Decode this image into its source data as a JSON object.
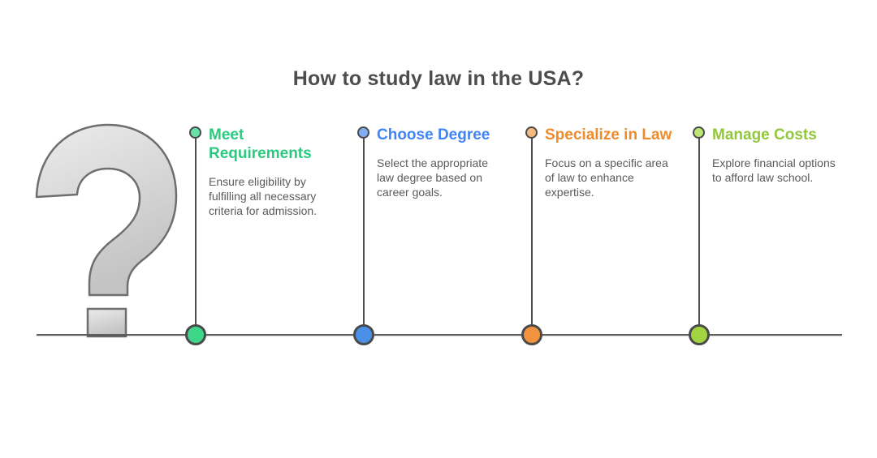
{
  "title": "How to study law in the USA?",
  "illustration": {
    "icon": "question-mark",
    "fill_top": "#ececec",
    "fill_bottom": "#c3c3c3",
    "outline": "#6e6e6e"
  },
  "timeline": {
    "line_color": "#5c5c5c",
    "stem_color": "#4d4d4d",
    "node_border_color": "#4a4a4a"
  },
  "steps": [
    {
      "heading_lines": [
        "Meet",
        "Requirements"
      ],
      "description_lines": [
        "Ensure eligibility by",
        "fulfilling all necessary",
        "criteria for admission."
      ],
      "accent": "#2dc97f",
      "node_fill": "#3ed689",
      "marker_fill": "#66e2a5"
    },
    {
      "heading_lines": [
        "Choose Degree"
      ],
      "description_lines": [
        "Select the appropriate",
        "law degree based on",
        "career goals."
      ],
      "accent": "#4184f3",
      "node_fill": "#4a8fe8",
      "marker_fill": "#83adf0"
    },
    {
      "heading_lines": [
        "Specialize in Law"
      ],
      "description_lines": [
        "Focus on a specific area",
        "of law to enhance",
        "expertise."
      ],
      "accent": "#ee8b2c",
      "node_fill": "#f0923e",
      "marker_fill": "#f3b97d"
    },
    {
      "heading_lines": [
        "Manage Costs"
      ],
      "description_lines": [
        "Explore financial options",
        "to afford law school."
      ],
      "accent": "#92c73c",
      "node_fill": "#a2d441",
      "marker_fill": "#bfe573"
    }
  ]
}
